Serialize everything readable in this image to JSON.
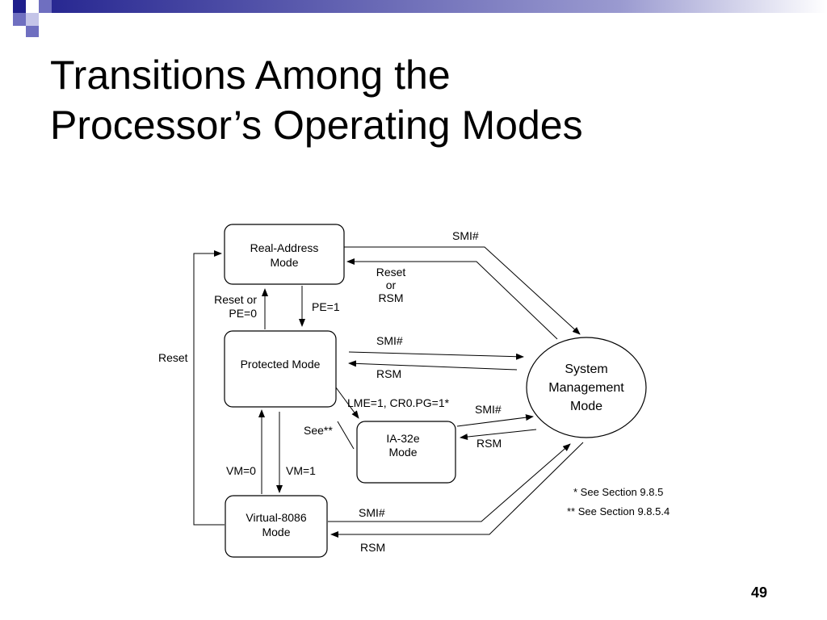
{
  "slide": {
    "title_line1": "Transitions Among the",
    "title_line2": "Processor’s Operating Modes",
    "page_number": "49"
  },
  "colors": {
    "accent_dark": "#1e1e8c",
    "accent_mid": "#6f6fc0",
    "accent_light": "#c4c4e8"
  },
  "diagram": {
    "nodes": {
      "real_address": [
        "Real-Address",
        "Mode"
      ],
      "protected": [
        "Protected Mode"
      ],
      "ia32e": [
        "IA-32e",
        "Mode"
      ],
      "virtual_8086": [
        "Virtual-8086",
        "Mode"
      ],
      "smm": [
        "System",
        "Management",
        "Mode"
      ]
    },
    "labels": {
      "smi_real": "SMI#",
      "reset_or_rsm": [
        "Reset",
        "or",
        "RSM"
      ],
      "reset_or_pe0": [
        "Reset or",
        "PE=0"
      ],
      "pe1": "PE=1",
      "reset_left": "Reset",
      "smi_protected": "SMI#",
      "rsm_protected": "RSM",
      "lme": "LME=1, CR0.PG=1*",
      "see_star": "See**",
      "smi_ia32e": "SMI#",
      "rsm_ia32e": "RSM",
      "vm0": "VM=0",
      "vm1": "VM=1",
      "smi_v86": "SMI#",
      "rsm_v86": "RSM"
    },
    "footnotes": [
      "* See Section 9.8.5",
      "** See Section 9.8.5.4"
    ]
  }
}
